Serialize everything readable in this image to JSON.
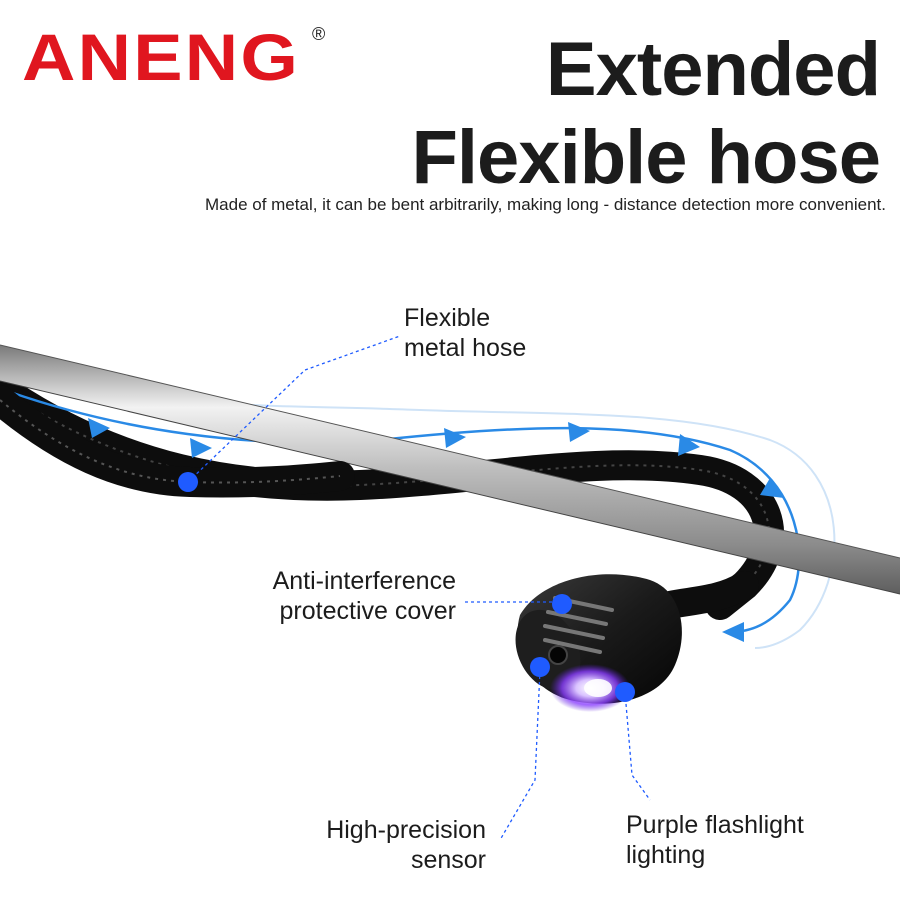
{
  "brand": {
    "name": "ANENG",
    "registered_mark": "®",
    "color": "#e0161f"
  },
  "headline": {
    "line1": "Extended",
    "line2": "Flexible hose"
  },
  "subtitle": "Made of metal, it can be bent arbitrarily, making long - distance detection more convenient.",
  "callouts": {
    "hose": {
      "line1": "Flexible",
      "line2": "metal hose"
    },
    "cover": {
      "line1": "Anti-interference",
      "line2": "protective cover"
    },
    "sensor": {
      "line1": "High-precision",
      "line2": "sensor"
    },
    "light": {
      "line1": "Purple flashlight",
      "line2": "lighting"
    }
  },
  "colors": {
    "marker": "#1f5bff",
    "flow_arrow": "#2a8ae6",
    "uv_light": "#8a3dff"
  }
}
